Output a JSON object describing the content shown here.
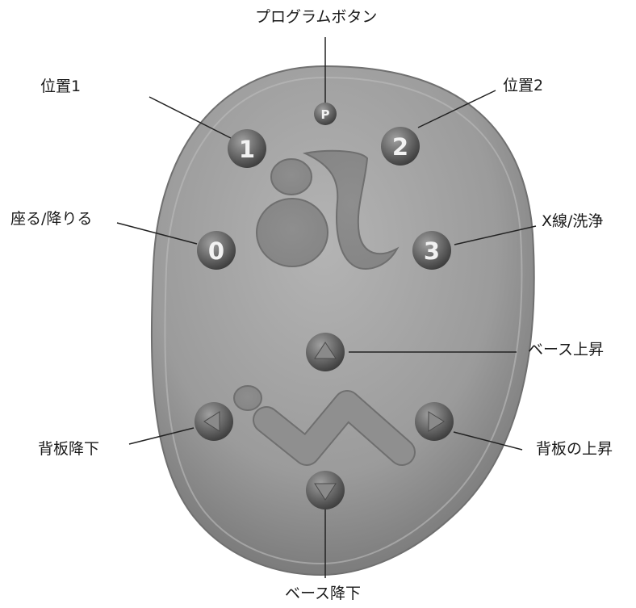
{
  "labels": {
    "program": "プログラムボタン",
    "position1": "位置1",
    "position2": "位置2",
    "sit": "座る/降りる",
    "xray": "X線/洗浄",
    "base_up": "ベース上昇",
    "back_down": "背板降下",
    "back_up": "背板の上昇",
    "base_down": "ベース降下"
  },
  "buttons": {
    "program": "P",
    "pos1": "1",
    "pos2": "2",
    "sit": "0",
    "xray": "3"
  },
  "icons": {
    "base_up": "triangle-up",
    "base_down": "triangle-down",
    "back_down": "triangle-left",
    "back_up": "triangle-right"
  },
  "colors": {
    "remote_body": "#9d9d9d",
    "button": "#6e6e6e",
    "button_text": "#f2f2f2",
    "leader_line": "#222222"
  }
}
